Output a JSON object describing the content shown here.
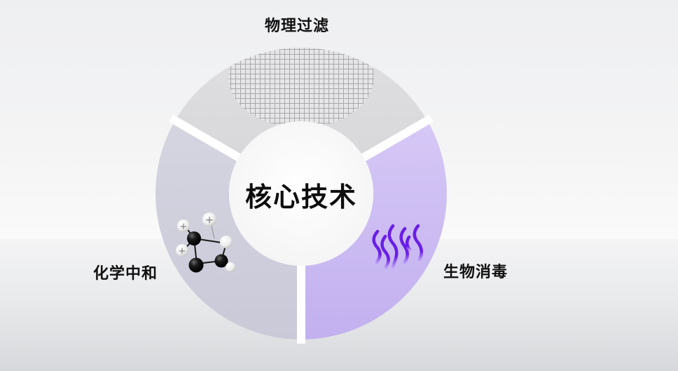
{
  "diagram": {
    "type": "donut-segments",
    "center": {
      "title": "核心技术"
    },
    "segments": [
      {
        "id": "top",
        "label": "物理过滤",
        "icon": "mesh-filter-icon",
        "color": "#dcdcdf"
      },
      {
        "id": "right",
        "label": "生物消毒",
        "icon": "heat-waves-icon",
        "color": "#d0c0f4",
        "icon_color": "#6a1ee8"
      },
      {
        "id": "left",
        "label": "化学中和",
        "icon": "molecule-icon",
        "color": "#d2d2e0"
      }
    ],
    "colors": {
      "center_fill": "#fafafa",
      "gap": "#ffffff",
      "text": "#111111"
    }
  }
}
